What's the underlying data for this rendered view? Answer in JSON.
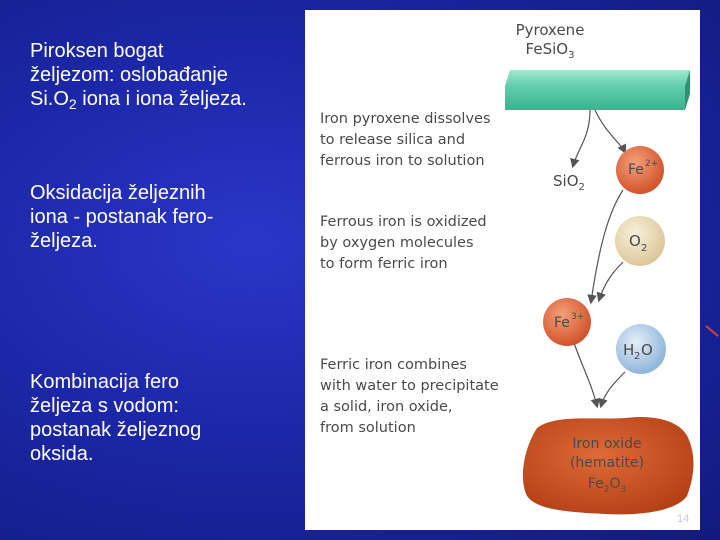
{
  "left_column": {
    "step1": {
      "line1": "Piroksen bogat",
      "line2": "željezom: oslobađanje",
      "line3_pre": "Si.O",
      "line3_sub": "2",
      "line3_post": " iona i iona željeza."
    },
    "step2": "Oksidacija željeznih\niona - postanak fero-\nželjeza.",
    "step3": "Kombinacija fero\nželjeza s vodom:\npostanak željeznog\noksida."
  },
  "diagram": {
    "mineral_name": "Pyroxene",
    "mineral_formula": {
      "base": "FeSiO",
      "sub": "3"
    },
    "caption1": [
      "Iron pyroxene dissolves",
      "to release silica and",
      "ferrous iron to solution"
    ],
    "caption2": [
      "Ferrous iron is oxidized",
      "by oxygen molecules",
      "to form ferric iron"
    ],
    "caption3": [
      "Ferric iron combines",
      "with water to precipitate",
      "a solid, iron oxide,",
      "from solution"
    ],
    "silica": {
      "base": "SiO",
      "sub": "2"
    },
    "ferrous_ion": {
      "base": "Fe",
      "sup": "2+"
    },
    "oxygen": {
      "base": "O",
      "sub": "2"
    },
    "ferric_ion": {
      "base": "Fe",
      "sup": "3+"
    },
    "water": {
      "pre": "H",
      "sub": "2",
      "post": "O"
    },
    "product": {
      "line1": "Iron oxide",
      "line2": "(hematite)",
      "formula_a": "Fe",
      "sub_a": "2",
      "formula_b": "O",
      "sub_b": "3"
    },
    "colors": {
      "pyroxene": "#59c9a5",
      "ferrous": "#e06a3c",
      "oxygen": "#e9d8b2",
      "water": "#a9c8e6",
      "oxide": "#c8501e"
    }
  },
  "slide_number": "14"
}
